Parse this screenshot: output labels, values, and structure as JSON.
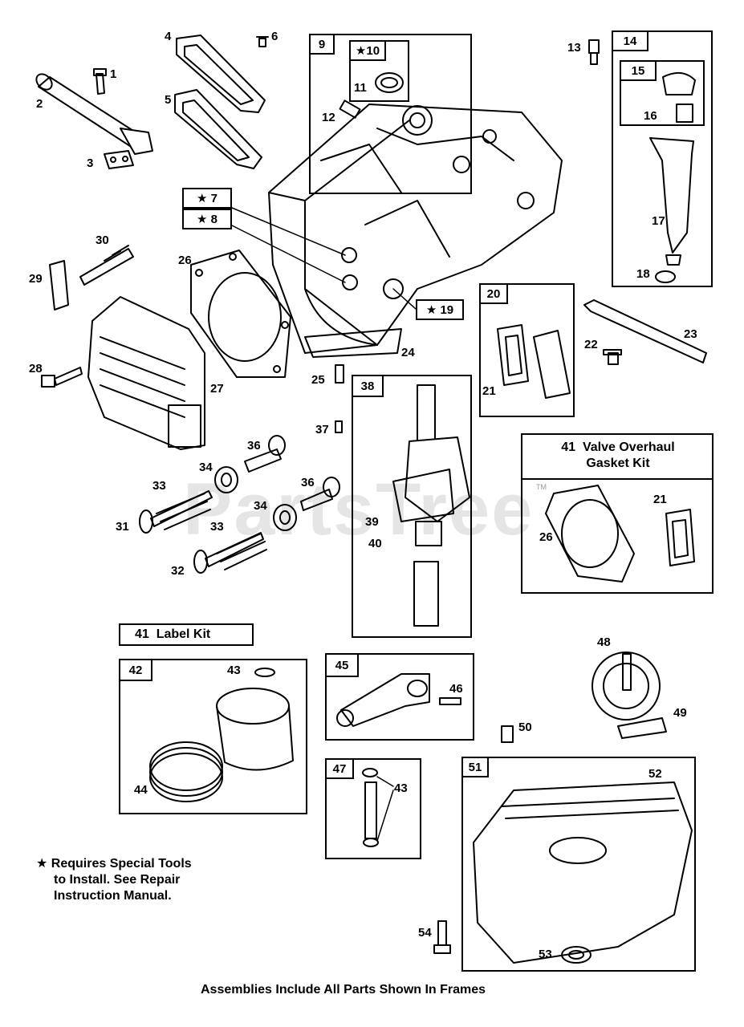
{
  "watermark": "PartsTree",
  "watermark_tm": "TM",
  "callouts": {
    "c1": "1",
    "c2": "2",
    "c3": "3",
    "c4": "4",
    "c5": "5",
    "c6": "6",
    "c7": "7",
    "c8": "8",
    "c9": "9",
    "c10": "10",
    "c11": "11",
    "c12": "12",
    "c13": "13",
    "c14": "14",
    "c15": "15",
    "c16": "16",
    "c17": "17",
    "c18": "18",
    "c19": "19",
    "c20": "20",
    "c21": "21",
    "c21b": "21",
    "c22": "22",
    "c23": "23",
    "c24": "24",
    "c25": "25",
    "c26": "26",
    "c26b": "26",
    "c27": "27",
    "c28": "28",
    "c29": "29",
    "c30": "30",
    "c31": "31",
    "c32": "32",
    "c33a": "33",
    "c33b": "33",
    "c34a": "34",
    "c34b": "34",
    "c36a": "36",
    "c36b": "36",
    "c37": "37",
    "c38": "38",
    "c39": "39",
    "c40": "40",
    "c42": "42",
    "c43a": "43",
    "c43b": "43",
    "c44": "44",
    "c45": "45",
    "c46": "46",
    "c47": "47",
    "c48": "48",
    "c49": "49",
    "c50": "50",
    "c51": "51",
    "c52": "52",
    "c53": "53",
    "c54": "54"
  },
  "star": "★",
  "kits": {
    "valve_overhaul": {
      "number": "41",
      "line1": "Valve Overhaul",
      "line2": "Gasket Kit"
    },
    "label_kit": {
      "number": "41",
      "label": "Label Kit"
    }
  },
  "note": {
    "line1": "Requires Special Tools",
    "line2": "to Install. See Repair",
    "line3": "Instruction Manual."
  },
  "footer": "Assemblies Include All Parts Shown In Frames"
}
